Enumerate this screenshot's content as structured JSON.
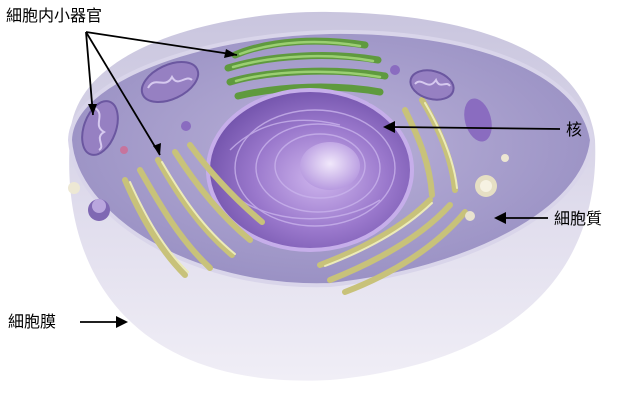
{
  "labels": {
    "organelles": "細胞内小器官",
    "nucleus": "核",
    "cytoplasm": "細胞質",
    "membrane": "細胞膜"
  },
  "colors": {
    "membrane": "#d6d3e6",
    "cytoplasm": "#a79fcc",
    "nucleus": "#8a6cc0",
    "golgi_green": "#6fa84a",
    "er_yellow": "#d4cf8c",
    "mitochondria": "#8e78b8"
  }
}
